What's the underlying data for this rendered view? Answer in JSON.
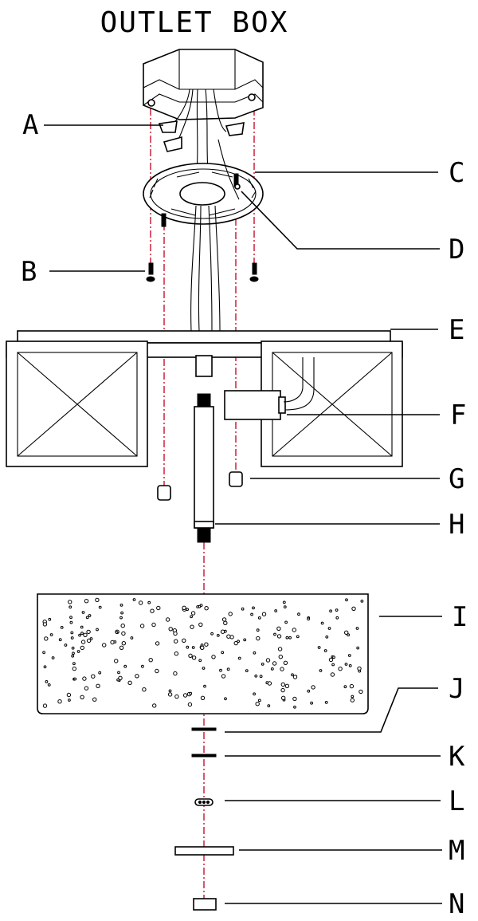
{
  "diagram": {
    "title": "OUTLET BOX",
    "labels": {
      "A": "A",
      "B": "B",
      "C": "C",
      "D": "D",
      "E": "E",
      "F": "F",
      "G": "G",
      "H": "H",
      "I": "I",
      "J": "J",
      "K": "K",
      "L": "L",
      "M": "M",
      "N": "N"
    }
  },
  "colors": {
    "line": "#000000",
    "axis": "#c8102e",
    "background": "#ffffff"
  }
}
